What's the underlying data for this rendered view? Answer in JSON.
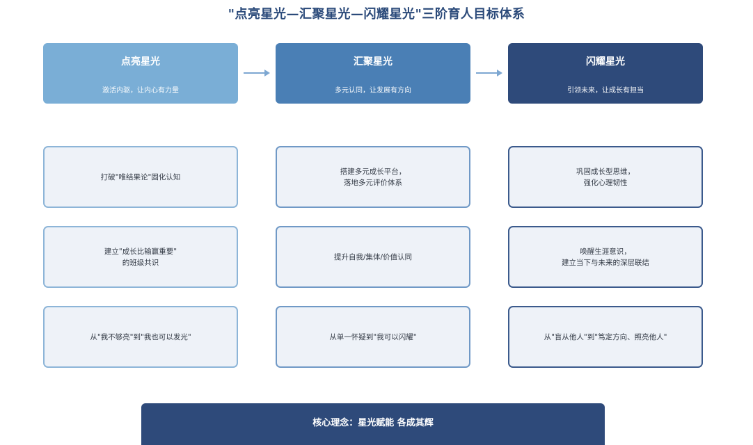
{
  "title": "\"点亮星光—汇聚星光—闪耀星光\"三阶育人目标体系",
  "colors": {
    "stage1": "#7aaed6",
    "stage2": "#4a7fb5",
    "stage3": "#2e4a7a",
    "arrow": "#7da7d1"
  },
  "stages": [
    {
      "title": "点亮星光",
      "subtitle": "激活内驱，让内心有力量"
    },
    {
      "title": "汇聚星光",
      "subtitle": "多元认同，让发展有方向"
    },
    {
      "title": "闪耀星光",
      "subtitle": "引领未来，让成长有担当"
    }
  ],
  "rows": [
    [
      "打破\"唯结果论\"固化认知",
      "搭建多元成长平台，\n落地多元评价体系",
      "巩固成长型思维，\n强化心理韧性"
    ],
    [
      "建立\"成长比输赢重要\"\n的班级共识",
      "提升自我/集体/价值认同",
      "唤醒生涯意识，\n建立当下与未来的深层联结"
    ],
    [
      "从\"我不够亮\"到\"我也可以发光\"",
      "从单一怀疑到\"我可以闪耀\"",
      "从\"盲从他人\"到\"笃定方向、照亮他人\""
    ]
  ],
  "footer": "核心理念：星光赋能  各成其辉"
}
